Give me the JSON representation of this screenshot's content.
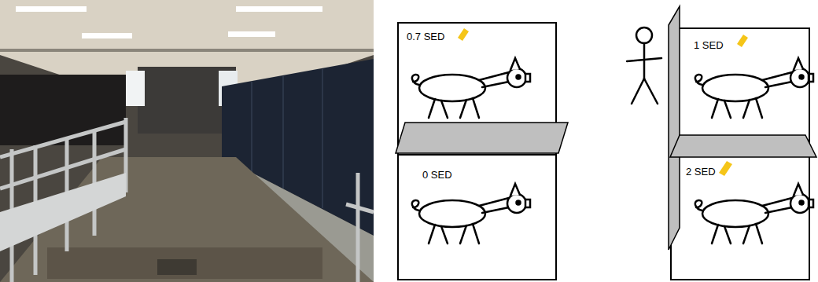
{
  "diagram": {
    "nodes": [
      {
        "text": [
          "0.7 SED"
        ]
      },
      {
        "text": [
          "1 SED"
        ]
      },
      {
        "text": [
          "0 SED"
        ]
      },
      {
        "text": [
          "2 SED"
        ]
      }
    ]
  }
}
